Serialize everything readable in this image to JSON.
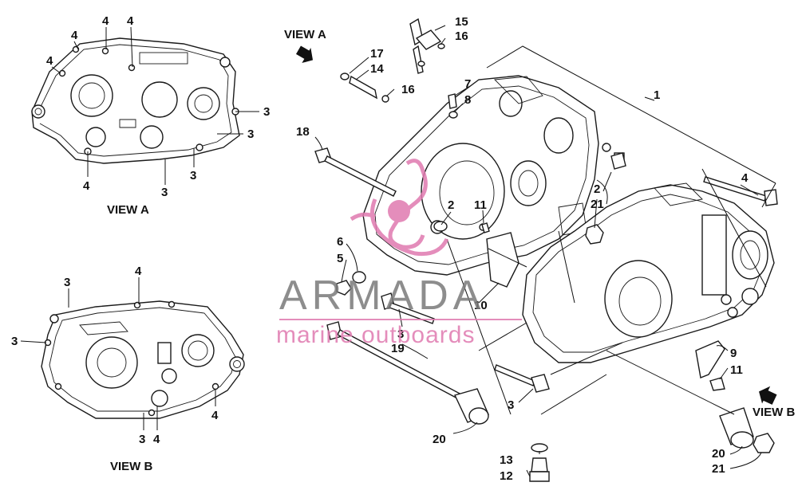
{
  "view_labels": {
    "view_a_top": "VIEW A",
    "view_a_caption": "VIEW A",
    "view_b_caption": "VIEW B",
    "view_b_right": "VIEW B"
  },
  "callouts": [
    {
      "id": "c1",
      "text": "1"
    },
    {
      "id": "c2a",
      "text": "2"
    },
    {
      "id": "c2b",
      "text": "2"
    },
    {
      "id": "c21a",
      "text": "21"
    },
    {
      "id": "c4r",
      "text": "4"
    },
    {
      "id": "c11a",
      "text": "11"
    },
    {
      "id": "c15",
      "text": "15"
    },
    {
      "id": "c16a",
      "text": "16"
    },
    {
      "id": "c17",
      "text": "17"
    },
    {
      "id": "c14",
      "text": "14"
    },
    {
      "id": "c16b",
      "text": "16"
    },
    {
      "id": "c7",
      "text": "7"
    },
    {
      "id": "c8",
      "text": "8"
    },
    {
      "id": "c18",
      "text": "18"
    },
    {
      "id": "c6",
      "text": "6"
    },
    {
      "id": "c5",
      "text": "5"
    },
    {
      "id": "c10",
      "text": "10"
    },
    {
      "id": "c3m",
      "text": "3"
    },
    {
      "id": "c19",
      "text": "19"
    },
    {
      "id": "c20a",
      "text": "20"
    },
    {
      "id": "c3b",
      "text": "3"
    },
    {
      "id": "c13",
      "text": "13"
    },
    {
      "id": "c12",
      "text": "12"
    },
    {
      "id": "c9",
      "text": "9"
    },
    {
      "id": "c11b",
      "text": "11"
    },
    {
      "id": "c20b",
      "text": "20"
    },
    {
      "id": "c21b",
      "text": "21"
    },
    {
      "id": "a4a",
      "text": "4"
    },
    {
      "id": "a4b",
      "text": "4"
    },
    {
      "id": "a4c",
      "text": "4"
    },
    {
      "id": "a4d",
      "text": "4"
    },
    {
      "id": "a3a",
      "text": "3"
    },
    {
      "id": "a3b",
      "text": "3"
    },
    {
      "id": "a3c",
      "text": "3"
    },
    {
      "id": "a4e",
      "text": "4"
    },
    {
      "id": "a3d",
      "text": "3"
    },
    {
      "id": "b3a",
      "text": "3"
    },
    {
      "id": "b4a",
      "text": "4"
    },
    {
      "id": "b3b",
      "text": "3"
    },
    {
      "id": "b4b",
      "text": "4"
    },
    {
      "id": "b3c",
      "text": "3"
    },
    {
      "id": "b4c",
      "text": "4"
    }
  ],
  "watermark": {
    "brand": "ARMADA",
    "tagline": "marine outboards",
    "text_color": "#7a7a7a",
    "accent_color": "#e07ab0"
  }
}
